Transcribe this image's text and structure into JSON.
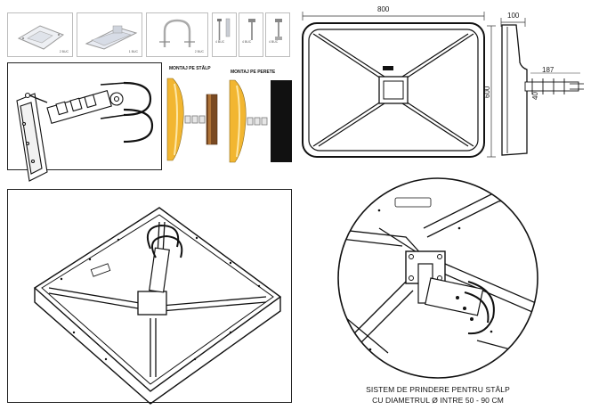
{
  "accessories": {
    "items": [
      {
        "qty": "2 BUC"
      },
      {
        "qty": "1 BUC"
      },
      {
        "qty": "2 BUC"
      },
      {
        "qty": "4 BUC"
      },
      {
        "qty": "4 BUC"
      },
      {
        "qty": "4 BUC"
      }
    ]
  },
  "mounting": {
    "pole_label": "MONTAJ PE STÂLP",
    "wall_label": "MONTAJ PE PERETE"
  },
  "dimensions": {
    "width": "800",
    "height": "600",
    "depth": "100",
    "arm_length": "187",
    "arm_offset": "40"
  },
  "caption": {
    "line1": "SISTEM DE PRINDERE PENTRU STÂLP",
    "line2": "CU DIAMETRUL Ø INTRE 50 - 90 CM"
  },
  "colors": {
    "wood": "#7a4a22",
    "wood_light": "#b07438",
    "pole_yellow": "#f2b631",
    "wall_dark": "#111111"
  }
}
